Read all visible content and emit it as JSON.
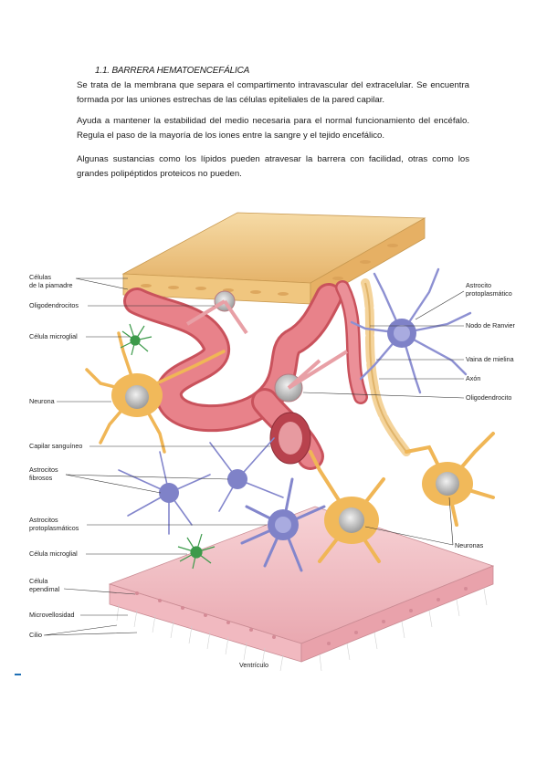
{
  "document": {
    "heading": "1.1. BARRERA HEMATOENCEFÁLICA",
    "paragraphs": [
      "Se trata de la membrana que separa el compartimento intravascular del extracelular. Se encuentra formada por las uniones estrechas de las células epiteliales de la pared capilar.",
      "Ayuda a mantener la estabilidad del medio necesaria para el normal funcionamiento del encéfalo. Regula el paso de la mayoría de los iones entre la sangre y el tejido encefálico.",
      "Algunas sustancias como los lípidos pueden atravesar la barrera con facilidad, otras como los grandes polipéptidos proteicos no pueden."
    ]
  },
  "figure": {
    "labels_left": {
      "piamadre_1": "Células",
      "piamadre_2": "de la piamadre",
      "oligodendrocitos": "Oligodendrocitos",
      "microglial_top": "Célula microglial",
      "neurona": "Neurona",
      "capilar": "Capilar sanguíneo",
      "fibrosos_1": "Astrocitos",
      "fibrosos_2": "fibrosos",
      "protoplasmaticos_1": "Astrocitos",
      "protoplasmaticos_2": "protoplasmáticos",
      "microglial_bottom": "Célula microglial",
      "ependimal_1": "Célula",
      "ependimal_2": "ependimal",
      "microvellosidad": "Microvellosidad",
      "cilio": "Cilio"
    },
    "labels_right": {
      "astrocito_1": "Astrocito",
      "astrocito_2": "protoplasmático",
      "ranvier": "Nodo de Ranvier",
      "mielina": "Vaina de mielina",
      "axon": "Axón",
      "oligodendrocito": "Oligodendrocito",
      "neuronas": "Neuronas"
    },
    "caption_bottom": "Ventrículo",
    "colors": {
      "pia": "#f0cc8a",
      "capillary": "#e8828a",
      "capillary_dark": "#c9525c",
      "astrocyte_blue": "#7f82c8",
      "neuron_orange": "#f1b95a",
      "microglia_green": "#3c9a4a",
      "ependyma": "#f4c1c6",
      "myelin": "#f4d39a"
    }
  }
}
